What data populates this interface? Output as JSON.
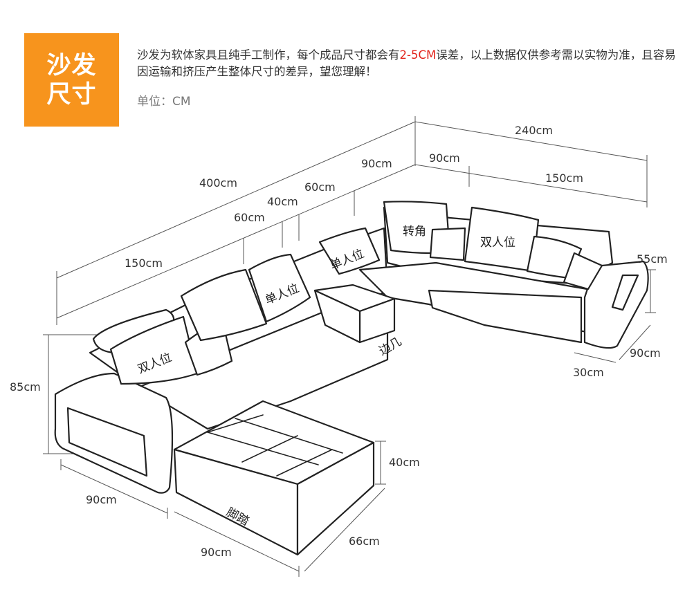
{
  "badge": {
    "line1": "沙发",
    "line2": "尺寸"
  },
  "note": {
    "before": "沙发为软体家具且纯手工制作，每个成品尺寸都会有",
    "highlight": "2-5CM",
    "after": "误差，以上数据仅供参考需以实物为准，且容易因运输和挤压产生整体尺寸的差异，望您理解！",
    "highlight_color": "#e2231a"
  },
  "unit": "单位：CM",
  "accent_color": "#f7941d",
  "dimensions": {
    "total_width": "400cm",
    "right_width": "240cm",
    "left_section": "150cm",
    "right_section": "150cm",
    "corner_depth": "90cm",
    "corner_width": "90cm",
    "single_seat": "60cm",
    "single_seat_right": "60cm",
    "side_table": "40cm",
    "height": "85cm",
    "arm_height": "55cm",
    "arm_depth": "90cm",
    "arm_width": "30cm",
    "stool_height": "40cm",
    "left_arm_depth": "90cm",
    "stool_length": "90cm",
    "stool_width": "66cm"
  },
  "labels": {
    "double_left": "双人位",
    "single_left": "单人位",
    "single_right": "单人位",
    "corner": "转角",
    "double_right": "双人位",
    "side_table": "边几",
    "footstool": "脚踏"
  }
}
